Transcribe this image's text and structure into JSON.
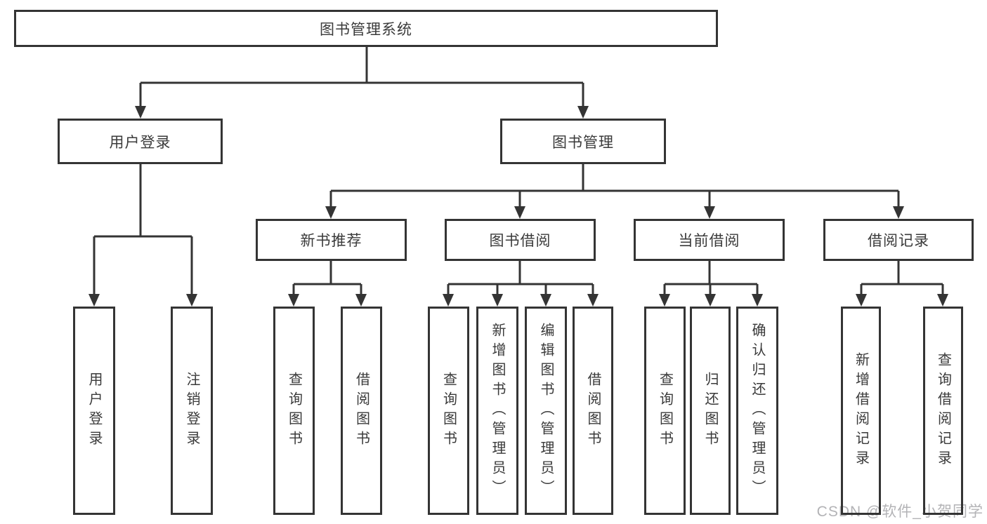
{
  "diagram": {
    "root": "图书管理系统",
    "level2": [
      {
        "label": "用户登录",
        "children": [
          "用户登录",
          "注销登录"
        ]
      },
      {
        "label": "图书管理",
        "children": [
          {
            "label": "新书推荐",
            "children": [
              "查询图书",
              "借阅图书"
            ]
          },
          {
            "label": "图书借阅",
            "children": [
              "查询图书",
              "新增图书︵管理员︶",
              "编辑图书︵管理员︶",
              "借阅图书"
            ]
          },
          {
            "label": "当前借阅",
            "children": [
              "查询图书",
              "归还图书",
              "确认归还︵管理员︶"
            ]
          },
          {
            "label": "借阅记录",
            "children": [
              "新增借阅记录",
              "查询借阅记录"
            ]
          }
        ]
      }
    ]
  },
  "watermark": "CSDN @软件_小贺同学",
  "colors": {
    "line": "#343434",
    "text": "#3a3a3a",
    "watermark": "#b3b3b6",
    "background": "#ffffff"
  }
}
